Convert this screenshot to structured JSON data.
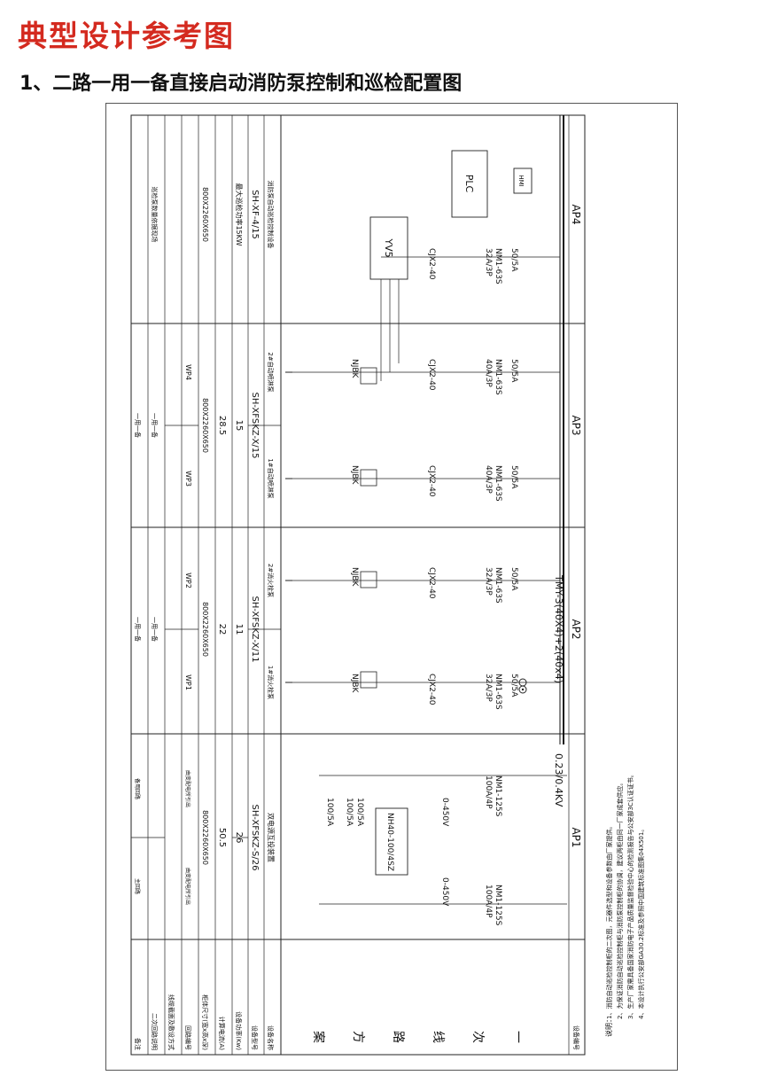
{
  "title": "典型设计参考图",
  "subtitle": "1、二路一用一备直接启动消防泵控制和巡检配置图",
  "colors": {
    "title": "#d42a1f",
    "line": "#222222"
  },
  "cabinets": {
    "ap1": "AP1",
    "ap2": "AP2",
    "ap3": "AP3",
    "ap4": "AP4",
    "voltage": "0.23/0.4KV",
    "busbar": "TMY-3(40X4)+2(40x4)"
  },
  "ap1": {
    "breaker1_model": "NM1-125S",
    "breaker1_rating": "100A/4P",
    "breaker2_model": "NM1-125S",
    "breaker2_rating": "100A/4P",
    "voltmeter1": "0-450V",
    "voltmeter2": "0-450V",
    "ats": "NH40-100/4SZ",
    "ct1": "100/5A",
    "ct2": "100/5A",
    "ct3": "100/5A"
  },
  "ap2": {
    "ct1": "50/5A",
    "breaker1_model": "NM1-63S",
    "breaker1_rating": "32A/3P",
    "contactor1": "CJX2-40",
    "relay1": "NJBK",
    "ct2": "50/5A",
    "breaker2_model": "NM1-63S",
    "breaker2_rating": "32A/3P",
    "contactor2": "CJX2-40",
    "relay2": "NJBK"
  },
  "ap3": {
    "ct1": "50/5A",
    "breaker1_model": "NM1-63S",
    "breaker1_rating": "40A/3P",
    "contactor1": "CJX2-40",
    "relay1": "NJBK",
    "ct2": "50/5A",
    "breaker2_model": "NM1-63S",
    "breaker2_rating": "40A/3P",
    "contactor2": "CJX2-40",
    "relay2": "NJBK"
  },
  "ap4": {
    "ct": "50/5A",
    "breaker_model": "NM1-63S",
    "breaker_rating": "32A/3P",
    "contactor": "CJX2-40",
    "plc": "PLC",
    "hmi": "HMI",
    "inverter": "YV5"
  },
  "table": {
    "row_labels": [
      "设备编号",
      "设备名称",
      "设备型号",
      "设备功率(Kw)",
      "计算电流(A)",
      "柜体尺寸(宽x高x深)",
      "回路编号",
      "线缆截面及敷设方式",
      "二次回路说明",
      "备注"
    ],
    "scheme_chars": [
      "一",
      "次",
      "线",
      "路",
      "方",
      "案"
    ],
    "ap1": {
      "name": "双电源互投装置",
      "model": "SH-XFSKZ-S/26",
      "power": "26",
      "current": "50.5",
      "size": "800X2260X650",
      "secondary_a": "主回路",
      "secondary_b": "备用回路",
      "note_a": "由变配电所引出",
      "note_b": "由变配电所引出"
    },
    "ap2": {
      "name_a": "1#消火栓泵",
      "name_b": "2#消火栓泵",
      "model": "SH-XFSKZ-X/11",
      "power": "11",
      "current": "22",
      "size": "800X2260X650",
      "circuit_a": "WP1",
      "circuit_b": "WP2",
      "secondary_a": "一用一备",
      "secondary_b": "一用一备"
    },
    "ap3": {
      "name_a": "1#自动喷淋泵",
      "name_b": "2#自动喷淋泵",
      "model": "SH-XFSKZ-X/15",
      "power": "15",
      "current": "28.5",
      "size": "800X2260X650",
      "circuit_a": "WP3",
      "circuit_b": "WP4",
      "secondary_a": "一用一备",
      "secondary_b": "一用一备"
    },
    "ap4": {
      "name": "消防泵自动巡检控制设备",
      "model": "SH-XF-4/15",
      "power": "最大巡检功率15KW",
      "size": "800X2260X650",
      "note": "巡检泵数量依据现场"
    }
  },
  "notes": {
    "heading": "说明：",
    "n1": "1、消防自动巡检控制柜的二次图，元器件选型和设备参数由厂家提供。",
    "n2": "2、为保证消防自动巡检控制柜与消防泵控制柜的协调，建议两柜由同一厂家成套供应。",
    "n3": "3、生产厂家需具备国家消防电子产品质量监督检验中心的检测报告与公安部3C认证证书。",
    "n4": "4、本设计执行公安部GA30.2标准及参照中国建筑标准图集04X501。"
  }
}
